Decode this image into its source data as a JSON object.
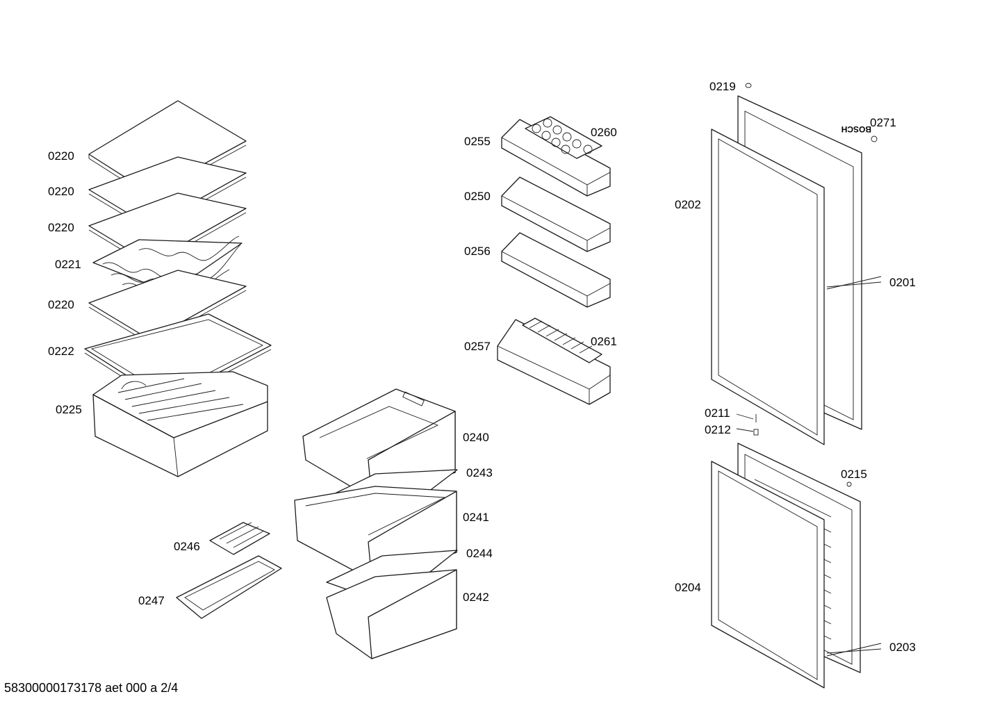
{
  "footer": {
    "document_id": "58300000173178 aet 000 a 2/4"
  },
  "brand_badge": "BOSCH",
  "callouts": {
    "c0220a": "0220",
    "c0220b": "0220",
    "c0220c": "0220",
    "c0221": "0221",
    "c0220d": "0220",
    "c0222": "0222",
    "c0225": "0225",
    "c0255": "0255",
    "c0260": "0260",
    "c0250": "0250",
    "c0256": "0256",
    "c0257": "0257",
    "c0261": "0261",
    "c0240": "0240",
    "c0243": "0243",
    "c0241": "0241",
    "c0244": "0244",
    "c0242": "0242",
    "c0246": "0246",
    "c0247": "0247",
    "c0219": "0219",
    "c0271": "0271",
    "c0202": "0202",
    "c0201": "0201",
    "c0211": "0211",
    "c0212": "0212",
    "c0215": "0215",
    "c0204": "0204",
    "c0203": "0203"
  }
}
